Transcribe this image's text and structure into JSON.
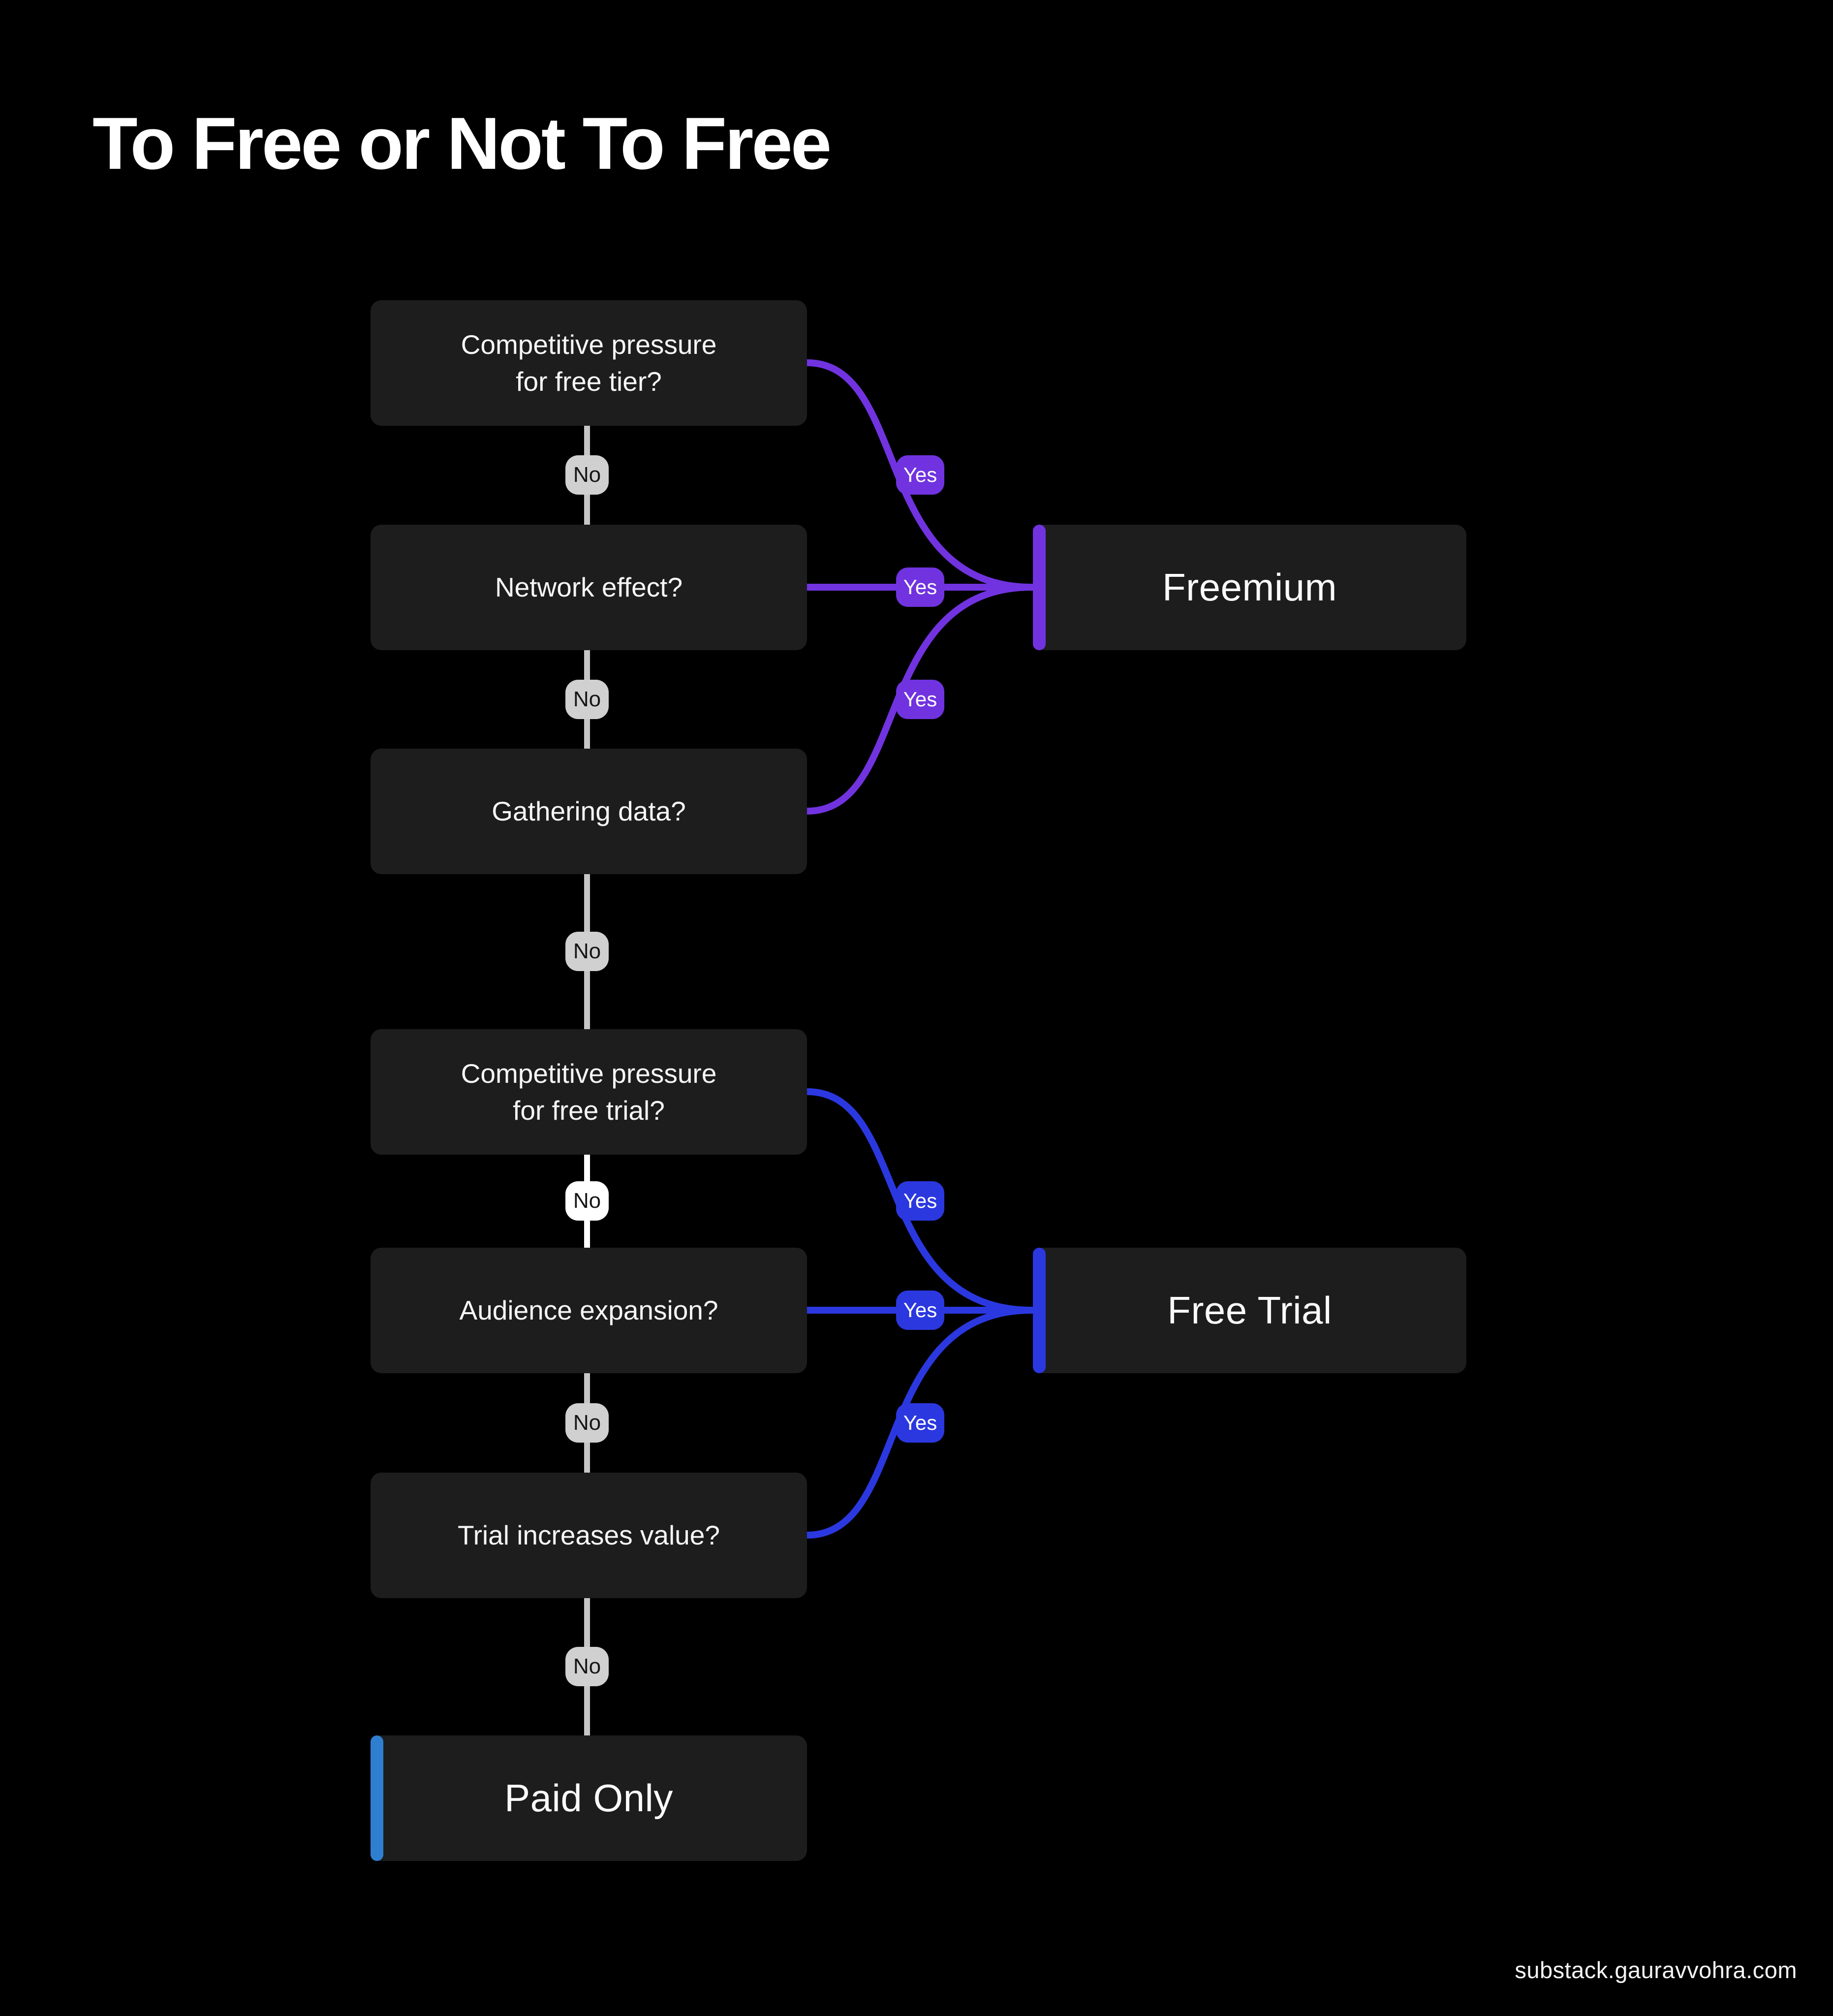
{
  "title": "To Free or Not To Free",
  "footer": "substack.gauravvohra.com",
  "badge_labels": {
    "yes": "Yes",
    "no": "No"
  },
  "colors": {
    "background": "#000000",
    "node_background": "#1d1d1e",
    "freemium_accent": "#7133e0",
    "free_trial_accent": "#2b38e0",
    "paid_only_accent": "#2e7fd0",
    "yes_purple": "#7133e0",
    "yes_blue": "#2b38e0",
    "no_gray": "#d0d0d0",
    "no_white": "#ffffff",
    "line_gray": "#c6c6c6"
  },
  "flow": {
    "questions": [
      {
        "label": "Competitive pressure\nfor free tier?"
      },
      {
        "label": "Network effect?"
      },
      {
        "label": "Gathering data?"
      },
      {
        "label": "Competitive pressure\nfor free trial?"
      },
      {
        "label": "Audience expansion?"
      },
      {
        "label": "Trial increases value?"
      }
    ],
    "outcomes": [
      {
        "label": "Freemium",
        "accent": "#7133e0"
      },
      {
        "label": "Free Trial",
        "accent": "#2b38e0"
      },
      {
        "label": "Paid Only",
        "accent": "#2e7fd0"
      }
    ],
    "edges": [
      {
        "from": "Competitive pressure for free tier?",
        "answer": "Yes",
        "to": "Freemium"
      },
      {
        "from": "Competitive pressure for free tier?",
        "answer": "No",
        "to": "Network effect?"
      },
      {
        "from": "Network effect?",
        "answer": "Yes",
        "to": "Freemium"
      },
      {
        "from": "Network effect?",
        "answer": "No",
        "to": "Gathering data?"
      },
      {
        "from": "Gathering data?",
        "answer": "Yes",
        "to": "Freemium"
      },
      {
        "from": "Gathering data?",
        "answer": "No",
        "to": "Competitive pressure for free trial?"
      },
      {
        "from": "Competitive pressure for free trial?",
        "answer": "Yes",
        "to": "Free Trial"
      },
      {
        "from": "Competitive pressure for free trial?",
        "answer": "No",
        "to": "Audience expansion?"
      },
      {
        "from": "Audience expansion?",
        "answer": "Yes",
        "to": "Free Trial"
      },
      {
        "from": "Audience expansion?",
        "answer": "No",
        "to": "Trial increases value?"
      },
      {
        "from": "Trial increases value?",
        "answer": "Yes",
        "to": "Free Trial"
      },
      {
        "from": "Trial increases value?",
        "answer": "No",
        "to": "Paid Only"
      }
    ]
  }
}
